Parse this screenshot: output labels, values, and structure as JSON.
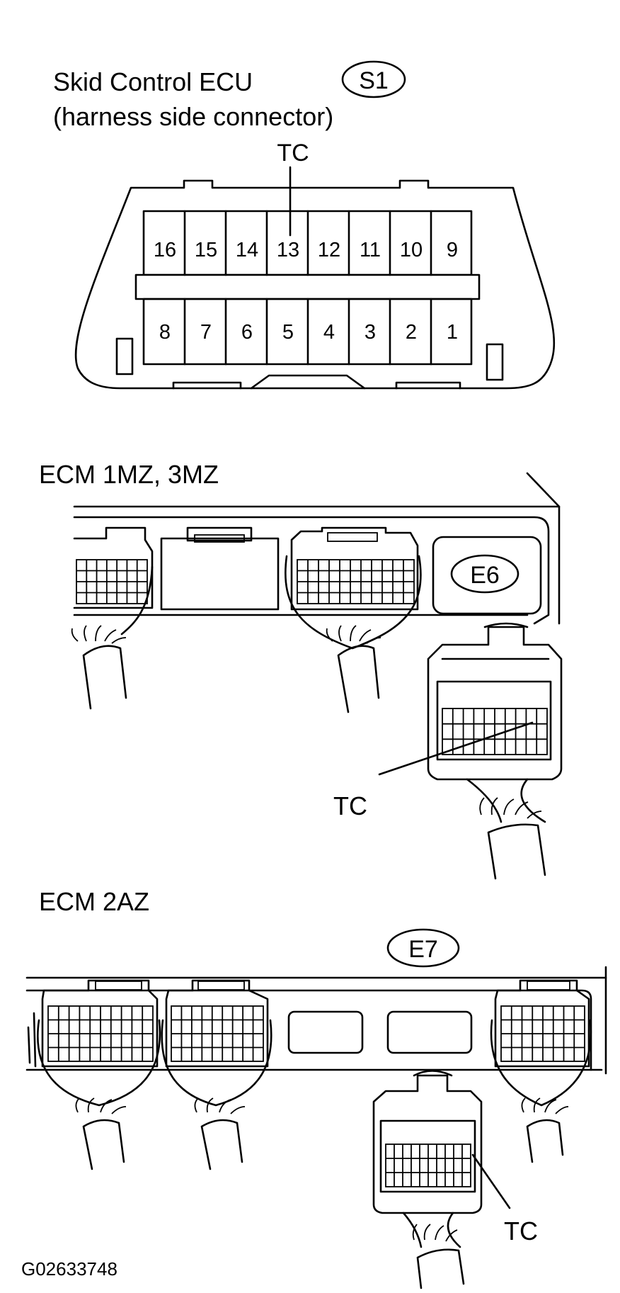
{
  "s1": {
    "title": "Skid Control ECU",
    "connector_id": "S1",
    "subtitle": "(harness side connector)",
    "tc_label": "TC",
    "pins_top": [
      "16",
      "15",
      "14",
      "13",
      "12",
      "11",
      "10",
      "9"
    ],
    "pins_bottom": [
      "8",
      "7",
      "6",
      "5",
      "4",
      "3",
      "2",
      "1"
    ]
  },
  "ecm_1mz": {
    "title": "ECM 1MZ, 3MZ",
    "connector_id": "E6",
    "tc_label": "TC"
  },
  "ecm_2az": {
    "title": "ECM 2AZ",
    "connector_id": "E7",
    "tc_label": "TC"
  },
  "figure_id": "G02633748"
}
